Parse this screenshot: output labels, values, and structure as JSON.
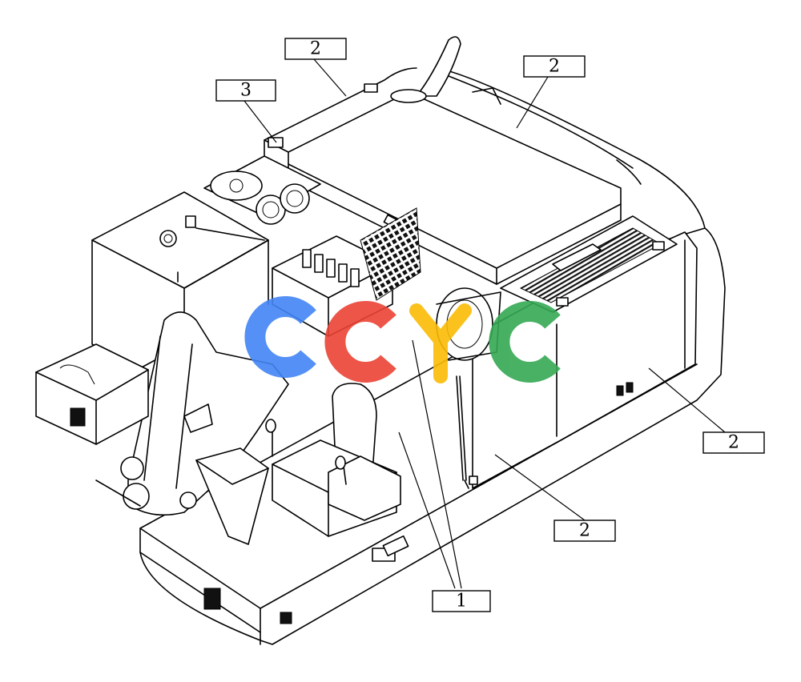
{
  "callouts": [
    {
      "label": "2"
    },
    {
      "label": "3"
    },
    {
      "label": "2"
    },
    {
      "label": "2"
    },
    {
      "label": "2"
    },
    {
      "label": "1"
    }
  ],
  "watermark": {
    "colors": [
      "#4285F4",
      "#EA4335",
      "#FBBC05",
      "#34A853"
    ]
  }
}
